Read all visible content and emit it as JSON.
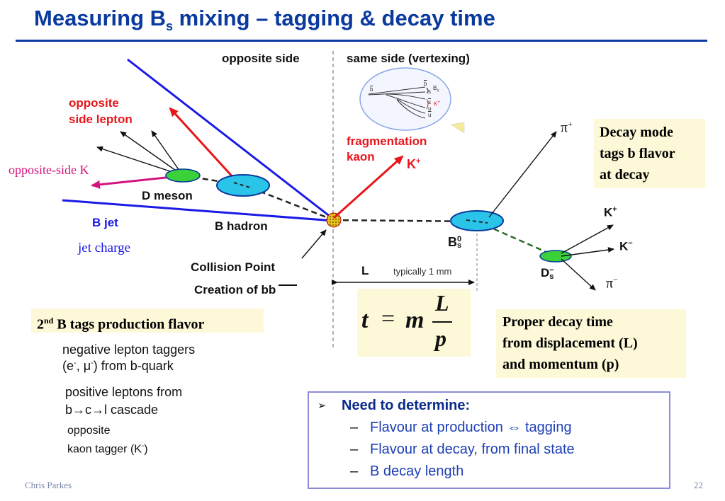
{
  "title": {
    "main": "Measuring B",
    "sub": "s",
    "rest": " mixing – tagging & decay time"
  },
  "regions": {
    "opposite": "opposite side",
    "same": "same side (vertexing)"
  },
  "left_labels": {
    "os_lepton_1": "opposite",
    "os_lepton_2": "side lepton",
    "os_kaon": "opposite-side K",
    "d_meson": "D meson",
    "b_jet": "B jet",
    "jet_charge": "jet charge",
    "b_hadron": "B hadron",
    "collision_1": "Collision Point",
    "collision_2": "Creation of bb"
  },
  "inset": {
    "b": "b",
    "bbar": "b",
    "s": "s",
    "sbar": "s",
    "u": "u",
    "ubar": "u",
    "bs": "B",
    "bs_sub": "s",
    "k": "K",
    "k_sup": "+"
  },
  "fragmentation": {
    "line1": "fragmentation",
    "line2": "kaon",
    "k": "K",
    "k_sup": "+"
  },
  "right_labels": {
    "pi": "π",
    "pi_sup": "+",
    "bs": "B",
    "bs_sup": "0",
    "bs_sub": "s",
    "kp": "K",
    "kp_sup": "+",
    "km": "K",
    "km_sup": "−",
    "ds": "D",
    "ds_sup": "−",
    "ds_sub": "s",
    "pim": "π",
    "pim_sup": "−"
  },
  "length": {
    "L": "L",
    "typical": "typically 1 mm"
  },
  "formula": {
    "t": "t",
    "eq": "=",
    "m": "m",
    "L": "L",
    "p": "p"
  },
  "boxes": {
    "decay_mode": [
      "Decay mode",
      "tags b flavor",
      "at decay"
    ],
    "second_b_pre": "2",
    "second_b_sup": "nd",
    "second_b_rest": " B tags production flavor",
    "proper_decay": [
      "Proper decay time",
      "from displacement (L)",
      "and momentum (p)"
    ]
  },
  "taggers": {
    "neg_1": "negative lepton taggers",
    "neg_2a": "(e",
    "neg_2b": ", μ",
    "neg_2c": ") from b-quark",
    "neg_sup": "-",
    "pos_1": "positive leptons from",
    "pos_2": "b→c→l cascade",
    "kaon_1": "opposite",
    "kaon_2a": "kaon tagger (K",
    "kaon_2b": ")",
    "kaon_sup": "-"
  },
  "need": {
    "heading": "Need to determine:",
    "items": [
      "Flavour at production ⇔ tagging",
      "Flavour at decay, from final state",
      "B decay length"
    ],
    "dash": "–",
    "bullet": "➢"
  },
  "footer": {
    "author": "Chris Parkes",
    "page": "22"
  },
  "colors": {
    "title": "#0a3a9e",
    "red": "#e8161b",
    "blue": "#1a1ae6",
    "magenta": "#d4137f",
    "cyan": "#29c4e8",
    "green": "#3ad13a",
    "box": "#fdf9d8"
  }
}
